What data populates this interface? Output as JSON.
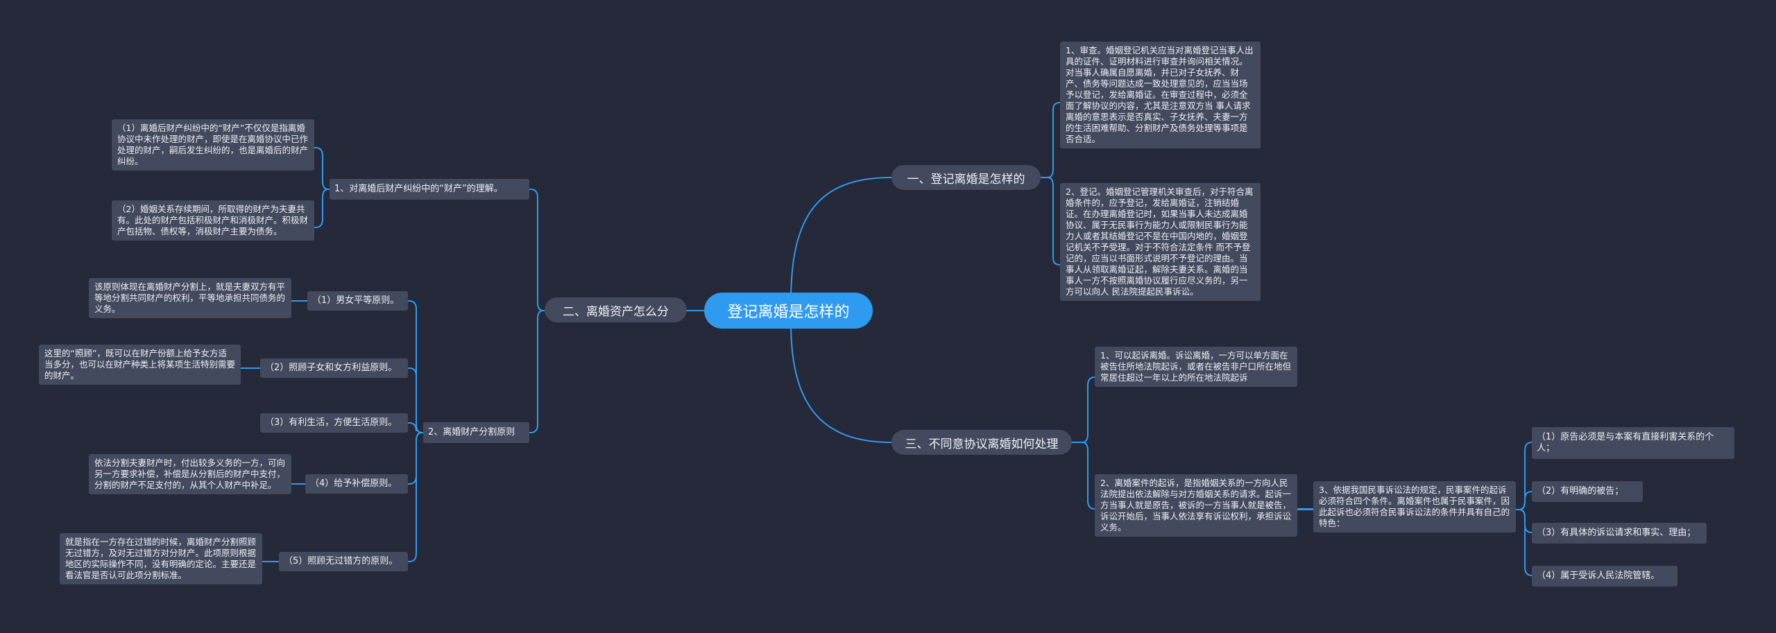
{
  "center": "登记离婚是怎样的",
  "branch_right_1": {
    "title": "一、登记离婚是怎样的",
    "items": [
      "1、审查。婚姻登记机关应当对离婚登记当事人出具的证件、证明材料进行审查并询问相关情况。对当事人确属自愿离婚，并已对子女抚养、财产、债务等问题达成一致处理意见的，应当当场予以登记，发给离婚证。在审查过程中，必须全面了解协议的内容，尤其是注意双方当 事人请求离婚的意思表示是否真实、子女抚养、夫妻一方的生活困难帮助、分割财产及债务处理等事项是否合适。",
      "2、登记。婚姻登记管理机关审查后，对于符合离婚条件的，应予登记，发给离婚证，注销结婚证。在办理离婚登记时，如果当事人未达成离婚协议、属于无民事行为能力人或限制民事行为能力人或者其结婚登记不是在中国内地的，婚姻登记机关不予受理。对于不符合法定条件 而不予登记的，应当以书面形式说明不予登记的理由。当事人从领取离婚证起，解除夫妻关系。离婚的当事人一方不按照离婚协议履行应尽义务的，另一方可以向人 民法院提起民事诉讼。"
    ]
  },
  "branch_right_2": {
    "title": "三、不同意协议离婚如何处理",
    "items": [
      "1、可以起诉离婚。诉讼离婚，一方可以单方面在被告住所地法院起诉，或者在被告非户口所在地但常居住超过一年以上的所在地法院起诉",
      "2、离婚案件的起诉，是指婚姻关系的一方向人民法院提出依法解除与对方婚姻关系的请求。起诉一方当事人就是原告，被诉的一方当事人就是被告，诉讼开始后，当事人依法享有诉讼权利，承担诉讼义务。"
    ],
    "sub3": "3、依据我国民事诉讼法的规定，民事案件的起诉必须符合四个条件。离婚案件也属于民事案件，因此起诉也必须符合民事诉讼法的条件并具有自己的特色：",
    "conditions": [
      "（1）原告必须是与本案有直接利害关系的个人；",
      "（2）有明确的被告；",
      "（3）有具体的诉讼请求和事实、理由；",
      "（4）属于受诉人民法院管辖。"
    ]
  },
  "branch_left": {
    "title": "二、离婚资产怎么分",
    "sub1": {
      "label": "1、对离婚后财产纠纷中的“财产”的理解。",
      "items": [
        "（1）离婚后财产纠纷中的“财产”不仅仅是指离婚协议中未作处理的财产，即使是在离婚协议中已作处理的财产，嗣后发生纠纷的，也是离婚后的财产纠纷。",
        "（2）婚姻关系存续期间，所取得的财产为夫妻共有。此处的财产包括积极财产和消极财产。积极财产包括物、债权等，消极财产主要为债务。"
      ]
    },
    "sub2": {
      "label": "2、离婚财产分割原则",
      "principles": [
        {
          "label": "（1）男女平等原则。",
          "desc": "该原则体现在离婚财产分割上，就是夫妻双方有平等地分割共同财产的权利，平等地承担共同债务的义务。"
        },
        {
          "label": "（2）照顾子女和女方利益原则。",
          "desc": "这里的“照顾”，既可以在财产份额上给予女方适当多分，也可以在财产种类上将某项生活特别需要的财产。"
        },
        {
          "label": "（3）有利生活，方便生活原则。",
          "desc": ""
        },
        {
          "label": "（4）给予补偿原则。",
          "desc": "依法分割夫妻财产时，付出较多义务的一方，可向另一方要求补偿，补偿是从分割后的财产中支付，分割的财产不足支付的，从其个人财产中补足。"
        },
        {
          "label": "（5）照顾无过错方的原则。",
          "desc": "就是指在一方存在过错的时候，离婚财产分割照顾无过错方，及对无过错方对分财产。此项原则根据地区的实际操作不同，没有明确的定论。主要还是看法官是否认可此项分割标准。"
        }
      ]
    }
  },
  "colors": {
    "background": "#252939",
    "center": "#2f9bf0",
    "node": "#434a5d",
    "connector": "#2f9bf0"
  }
}
